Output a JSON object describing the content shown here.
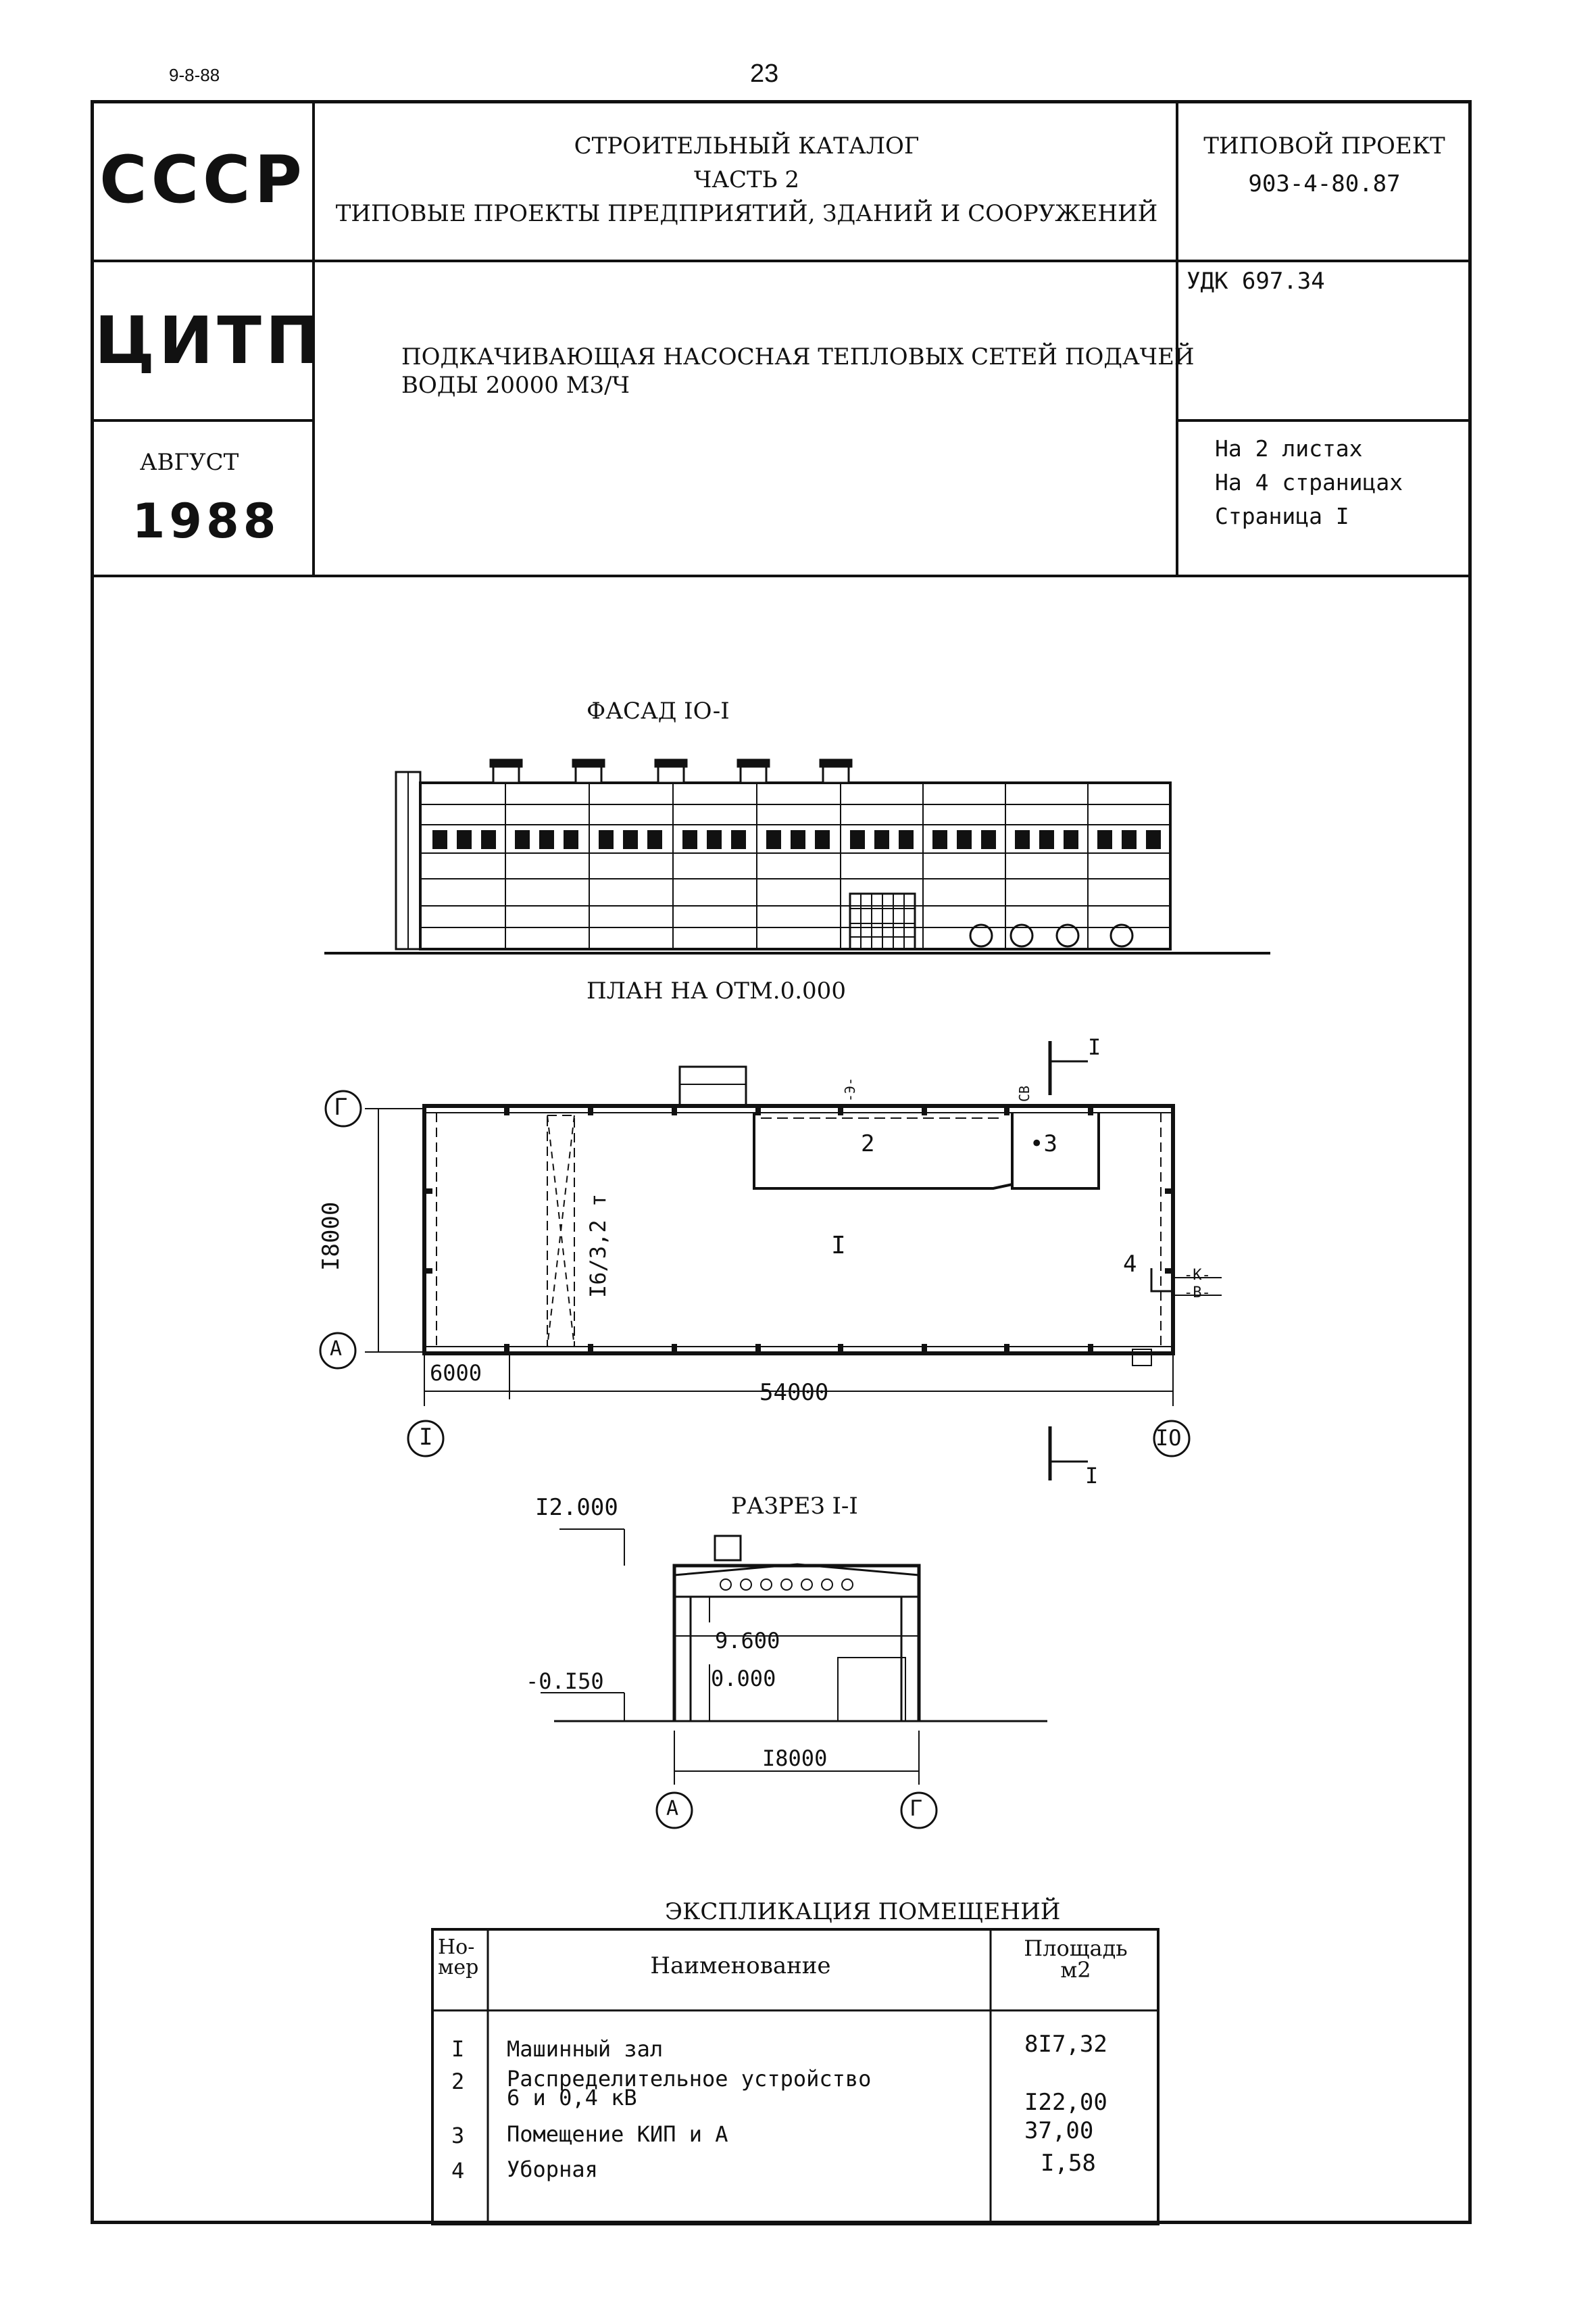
{
  "page": {
    "corner_date": "9-8-88",
    "page_number": "23"
  },
  "header": {
    "org1": "СССР",
    "org2": "ЦИТП",
    "month": "АВГУСТ",
    "year": "1988",
    "catalog_line1": "СТРОИТЕЛЬНЫЙ КАТАЛОГ",
    "catalog_line2": "ЧАСТЬ 2",
    "catalog_line3": "ТИПОВЫЕ ПРОЕКТЫ ПРЕДПРИЯТИЙ, ЗДАНИЙ И СООРУЖЕНИЙ",
    "project_label": "ТИПОВОЙ ПРОЕКТ",
    "project_number": "903-4-80.87",
    "udk": "УДК 697.34",
    "title_line1": "ПОДКАЧИВАЮЩАЯ НАСОСНАЯ ТЕПЛОВЫХ СЕТЕЙ ПОДАЧЕЙ",
    "title_line2": "ВОДЫ 20000 М3/Ч",
    "sheets": "На 2 листах",
    "pages": "На 4 страницах",
    "page_ref": "Страница I"
  },
  "drawings": {
    "facade_title": "ФАСАД IO-I",
    "plan_title": "ПЛАН НА ОТМ.0.000",
    "section_title": "РАЗРЕЗ I-I",
    "plan": {
      "axis_g": "Г",
      "axis_a": "А",
      "axis_1": "I",
      "axis_10": "IO",
      "dim_height": "I8000",
      "dim_bay": "6000",
      "dim_length": "54000",
      "crane": "I6/3,2 т",
      "room1": "I",
      "room2": "2",
      "room3": "•3",
      "room4": "4",
      "section_mark": "I",
      "wall_tag1": "-Э-",
      "wall_tag2": "СВ",
      "pipe_k": "-К-",
      "pipe_v": "-В-"
    },
    "section": {
      "elev_top": "I2.000",
      "elev_crane": "9.600",
      "elev_floor": "0.000",
      "elev_ground": "-0.I50",
      "width": "I8000",
      "axis_a": "А",
      "axis_g": "Г"
    }
  },
  "explication": {
    "title": "ЭКСПЛИКАЦИЯ ПОМЕЩЕНИЙ",
    "col_no_1": "Но-",
    "col_no_2": "мер",
    "col_name": "Наименование",
    "col_area_1": "Площадь",
    "col_area_2": "м2",
    "rows": [
      {
        "no": "I",
        "name1": "Машинный зал",
        "name2": "",
        "area": "8I7,32"
      },
      {
        "no": "2",
        "name1": "Распределительное устройство",
        "name2": "6 и 0,4 кВ",
        "area": "I22,00"
      },
      {
        "no": "3",
        "name1": "Помещение КИП и А",
        "name2": "",
        "area": "37,00"
      },
      {
        "no": "4",
        "name1": "Уборная",
        "name2": "",
        "area": "I,58"
      }
    ]
  }
}
